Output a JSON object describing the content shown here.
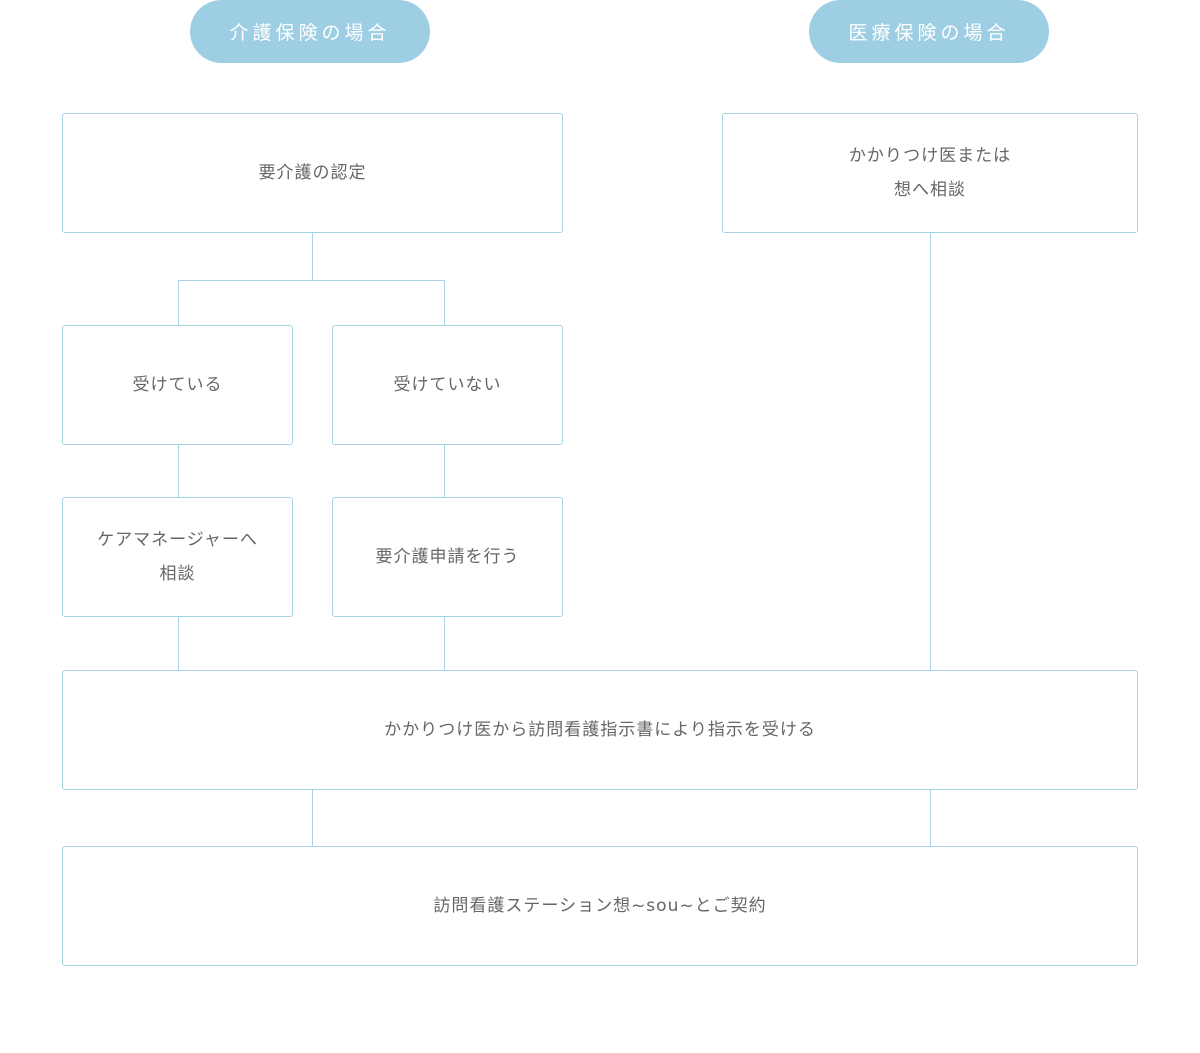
{
  "headers": {
    "care": "介護保険の場合",
    "medical": "医療保険の場合"
  },
  "nodes": {
    "certification": "要介護の認定",
    "doctor_consult_1": "かかりつけ医または",
    "doctor_consult_2": "想へ相談",
    "receiving": "受けている",
    "not_receiving": "受けていない",
    "care_manager_1": "ケアマネージャーへ",
    "care_manager_2": "相談",
    "apply": "要介護申請を行う",
    "instruction": "かかりつけ医から訪問看護指示書により指示を受ける",
    "contract": "訪問看護ステーション想~sou~とご契約"
  }
}
